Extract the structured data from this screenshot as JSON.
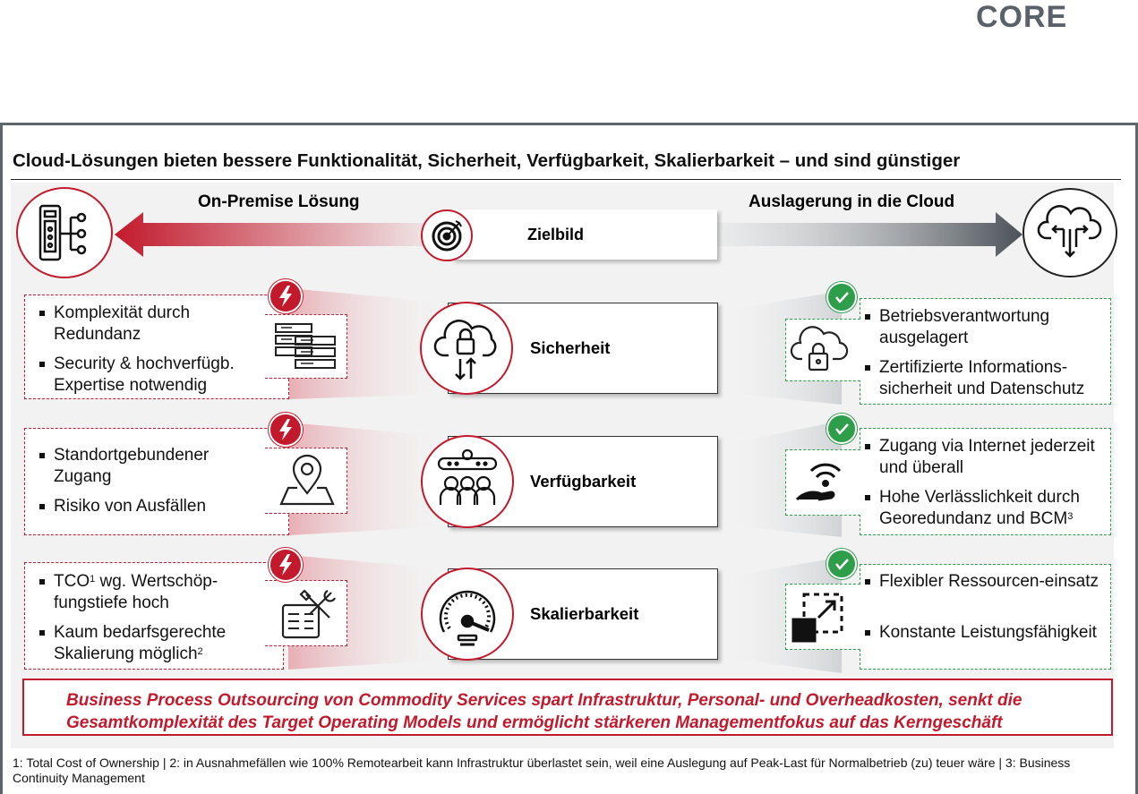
{
  "logo": {
    "text": "CORE",
    "mark": "®"
  },
  "headline": "Cloud-Lösungen bieten bessere Funktionalität, Sicherheit, Verfügbarkeit, Skalierbarkeit – und sind günstiger",
  "header": {
    "left": "On-Premise Lösung",
    "center": "Zielbild",
    "right": "Auslagerung in die Cloud"
  },
  "rows": [
    {
      "name": "Sicherheit",
      "left": [
        "Komplexität durch Redundanz",
        "Security & hochverfügb. Expertise notwendig"
      ],
      "right": [
        "Betriebsverantwortung ausgelagert",
        "Zertifizierte Informations-sicherheit und Datenschutz"
      ]
    },
    {
      "name": "Verfügbarkeit",
      "left": [
        "Standortgebundener Zugang",
        "Risiko von Ausfällen"
      ],
      "right": [
        "Zugang via Internet jederzeit und überall",
        "Hohe Verlässlichkeit durch Georedundanz und BCM",
        "3"
      ]
    },
    {
      "name": "Skalierbarkeit",
      "left": [
        "TCO",
        "1",
        " wg. Wertschöp-fungstiefe hoch",
        "Kaum bedarfsgerechte Skalierung möglich",
        "2"
      ],
      "right": [
        "Flexibler Ressourcen-einsatz",
        "Konstante Leistungsfähigkeit"
      ]
    }
  ],
  "summary": "Business Process Outsourcing von Commodity Services spart Infrastruktur, Personal- und Overheadkosten, senkt die Gesamtkomplexität des Target Operating Models und ermöglicht stärkeren Managementfokus auf das Kerngeschäft",
  "footnote": "1: Total Cost of Ownership | 2: in Ausnahmefällen wie 100% Remotearbeit kann Infrastruktur überlastet sein, weil eine Auslegung auf Peak-Last für Normalbetrieb (zu) teuer wäre | 3: Business Continuity Management",
  "colors": {
    "accent_red": "#c21a2c",
    "accent_green": "#2e9e4b",
    "frame": "#5e666c",
    "panel": "#f2f2f2"
  },
  "icons": [
    "server-network-icon",
    "target-icon",
    "cloud-transfer-icon",
    "lightning-icon",
    "server-rack-icon",
    "cloud-lock-icon",
    "location-pin-icon",
    "people-gear-icon",
    "wifi-hand-icon",
    "tools-panel-icon",
    "gauge-icon",
    "scale-expand-icon",
    "check-icon"
  ]
}
